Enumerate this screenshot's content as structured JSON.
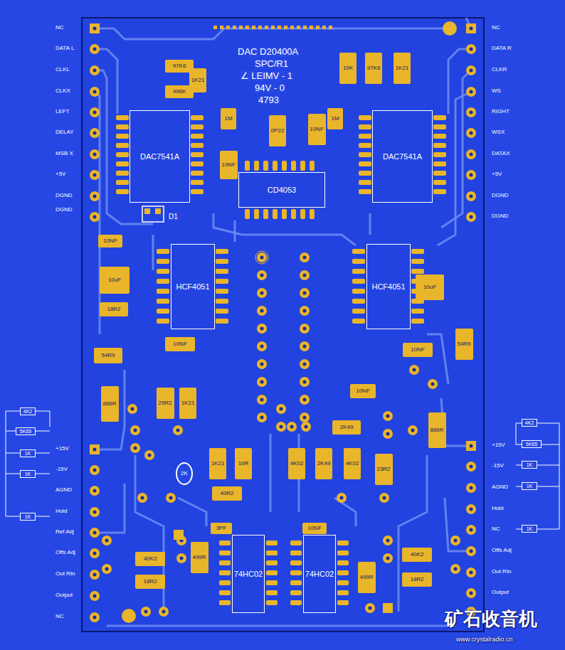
{
  "diagram": {
    "nodes": [
      {
        "text": [
          "DAC7541A"
        ]
      },
      {
        "text": [
          "DAC7541A"
        ]
      },
      {
        "text": [
          "CD4053"
        ]
      },
      {
        "text": [
          "HCF4051"
        ]
      },
      {
        "text": [
          "HCF4051"
        ]
      },
      {
        "text": [
          "74HC02"
        ]
      },
      {
        "text": [
          "74HC02"
        ]
      },
      {
        "text": [
          "97K6"
        ]
      },
      {
        "text": [
          "496K"
        ]
      },
      {
        "text": [
          "1K21"
        ]
      },
      {
        "text": [
          "1M"
        ]
      },
      {
        "text": [
          "10NF"
        ]
      },
      {
        "text": [
          "0P22"
        ]
      },
      {
        "text": [
          "10NF"
        ]
      },
      {
        "text": [
          "1M"
        ]
      },
      {
        "text": [
          "10K"
        ]
      },
      {
        "text": [
          "97K6"
        ]
      },
      {
        "text": [
          "1K21"
        ]
      },
      {
        "text": [
          "10NF"
        ]
      },
      {
        "text": [
          "10uF"
        ]
      },
      {
        "text": [
          "18R2"
        ]
      },
      {
        "text": [
          "54R9"
        ]
      },
      {
        "text": [
          "10NF"
        ]
      },
      {
        "text": [
          "10NF"
        ]
      },
      {
        "text": [
          "10uF"
        ]
      },
      {
        "text": [
          "54R9"
        ]
      },
      {
        "text": [
          "866R"
        ]
      },
      {
        "text": [
          "29R2"
        ]
      },
      {
        "text": [
          "1K21"
        ]
      },
      {
        "text": [
          "10NF"
        ]
      },
      {
        "text": [
          "2K49"
        ]
      },
      {
        "text": [
          "866R"
        ]
      },
      {
        "text": [
          "1K21"
        ]
      },
      {
        "text": [
          "10R"
        ]
      },
      {
        "text": [
          "2K"
        ]
      },
      {
        "text": [
          "40R2"
        ]
      },
      {
        "text": [
          "4K02"
        ]
      },
      {
        "text": [
          "2K49"
        ]
      },
      {
        "text": [
          "4K02"
        ]
      },
      {
        "text": [
          "23R2"
        ]
      },
      {
        "text": [
          "3PF"
        ]
      },
      {
        "text": [
          "10NF"
        ]
      },
      {
        "text": [
          "40K2"
        ]
      },
      {
        "text": [
          "18R2"
        ]
      },
      {
        "text": [
          "499R"
        ]
      },
      {
        "text": [
          "499R"
        ]
      },
      {
        "text": [
          "40K2"
        ]
      },
      {
        "text": [
          "18R2"
        ]
      },
      {
        "text": [
          "4K2"
        ]
      },
      {
        "text": [
          "5K65"
        ]
      },
      {
        "text": [
          "1K"
        ]
      },
      {
        "text": [
          "1K"
        ]
      },
      {
        "text": [
          "1K"
        ]
      },
      {
        "text": [
          "4K2"
        ]
      },
      {
        "text": [
          "5K65"
        ]
      },
      {
        "text": [
          "1K"
        ]
      },
      {
        "text": [
          "1K"
        ]
      },
      {
        "text": [
          "1K"
        ]
      }
    ],
    "labels": [
      "NC",
      "DATA L",
      "CLKL",
      "CLKX",
      "LEFT",
      "DELAY",
      "MSB X",
      "+5V",
      "DGND",
      "DGND",
      "+15V",
      "-15V",
      "AGND",
      "Hold",
      "Ref Adj",
      "Offs Adj",
      "Out Rtn",
      "Output",
      "NC",
      "NC",
      "DATA R",
      "CLKR",
      "WS",
      "RIGHT",
      "WSX",
      "DATAX",
      "+5V",
      "DGND",
      "DGND",
      "+15V",
      "-15V",
      "AGND",
      "Hold",
      "NC",
      "Offs Adj",
      "Out Rtn",
      "Output",
      "DAC D20400A",
      "SPC/R1",
      "∠ LEIMV - 1",
      "94V - 0",
      "4793",
      "D1",
      "矿石收音机",
      "www.crystalradio.cn"
    ]
  }
}
